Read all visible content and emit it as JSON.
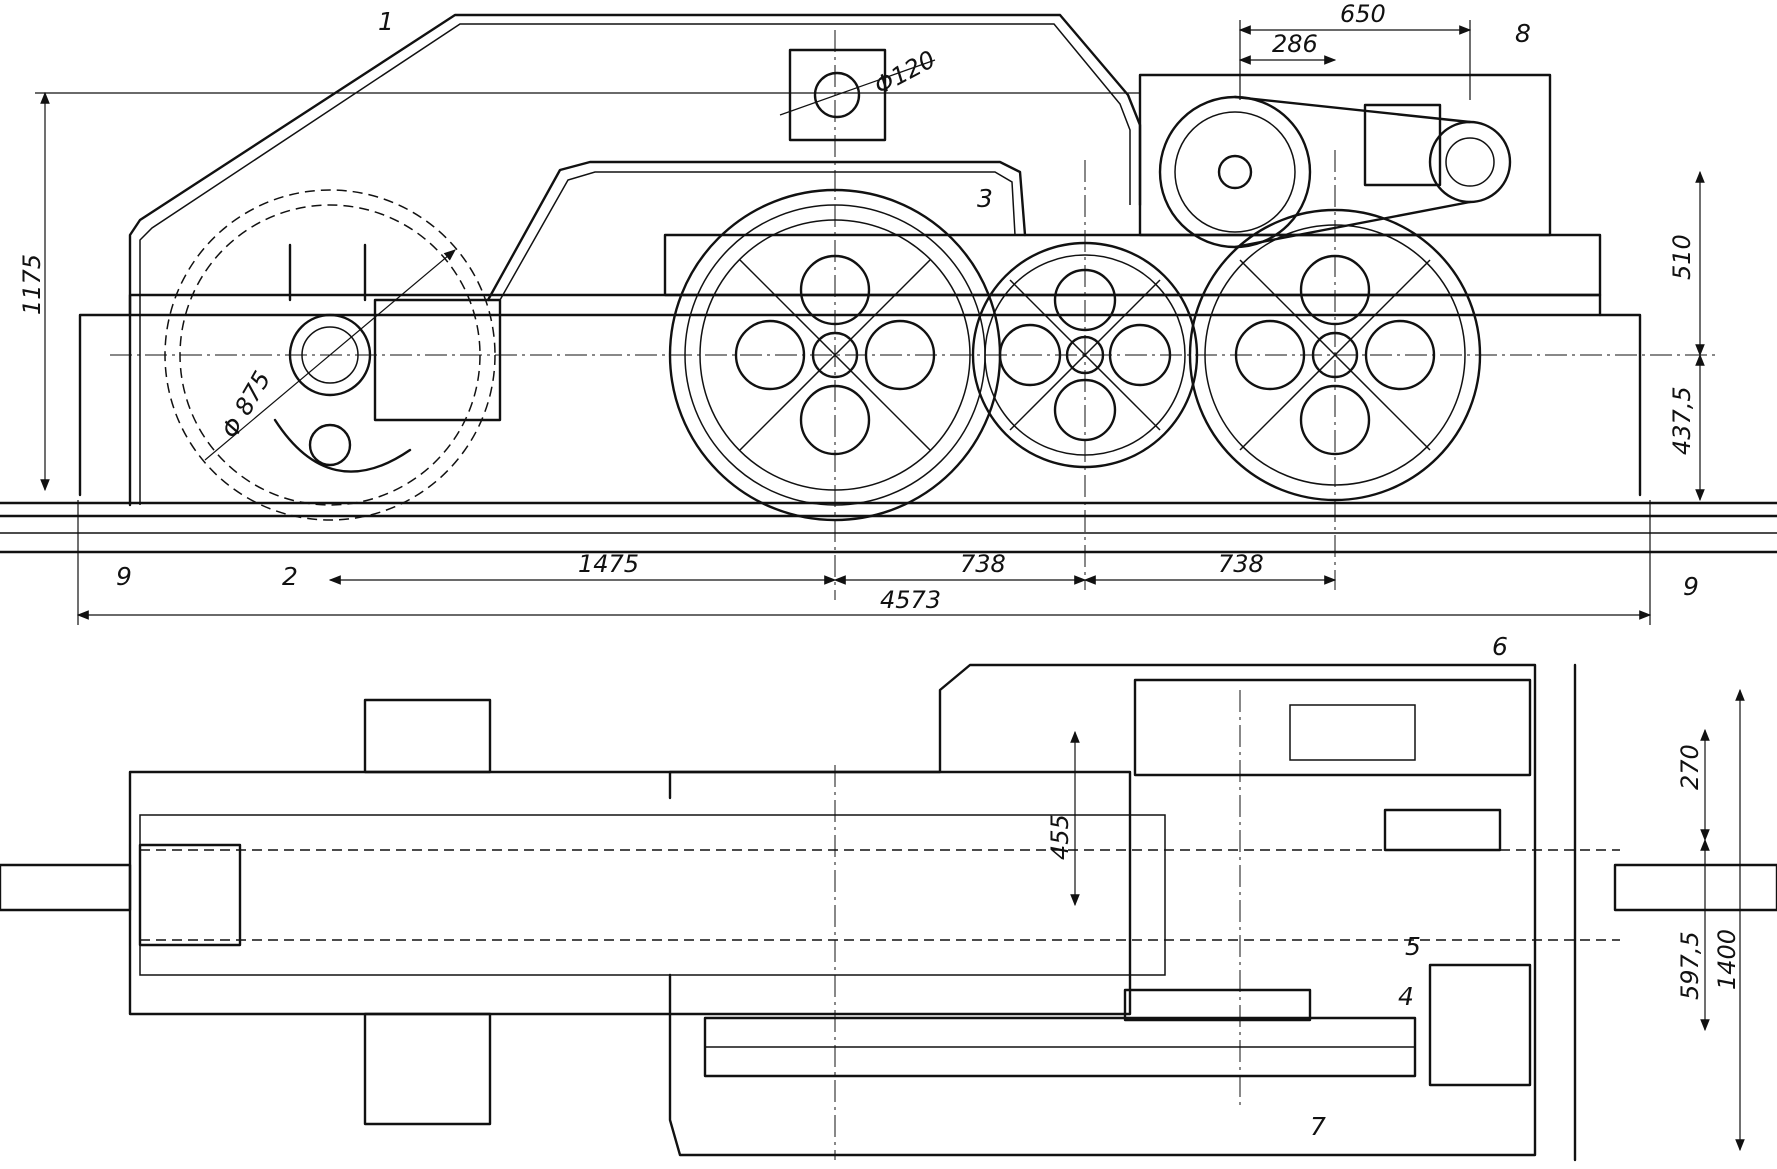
{
  "drawing": {
    "side_view": {
      "dimensions": {
        "height_total": "1175",
        "offset_upper": "510",
        "offset_lower": "437,5",
        "span_a": "1475",
        "span_b": "738",
        "span_c": "738",
        "length_total": "4573",
        "top_span": "650",
        "top_sub": "286",
        "dia_small": "Φ120",
        "dia_large": "Φ 875"
      },
      "callouts": [
        "1",
        "2",
        "3",
        "8",
        "9",
        "9"
      ]
    },
    "plan_view": {
      "dimensions": {
        "width_total": "1400",
        "offset_a": "270",
        "offset_b": "597,5",
        "inner_width": "455"
      },
      "callouts": [
        "6",
        "5",
        "4",
        "7"
      ]
    }
  }
}
